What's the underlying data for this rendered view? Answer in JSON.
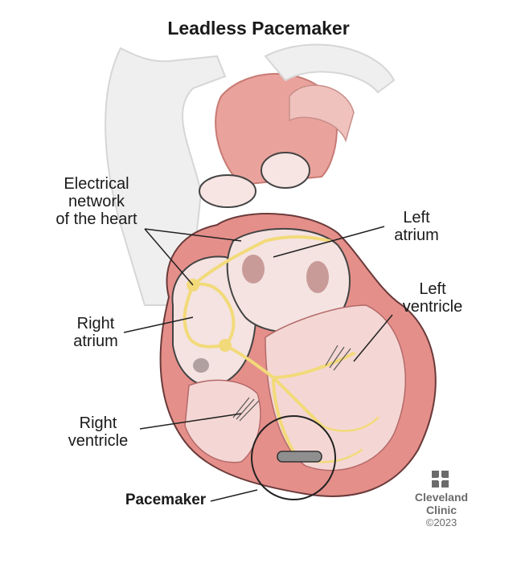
{
  "title": "Leadless Pacemaker",
  "labels": {
    "electrical": [
      "Electrical",
      "network",
      "of the heart"
    ],
    "left_atrium": [
      "Left",
      "atrium"
    ],
    "left_ventricle": [
      "Left",
      "ventricle"
    ],
    "right_atrium": [
      "Right",
      "atrium"
    ],
    "right_ventricle": [
      "Right",
      "ventricle"
    ],
    "pacemaker": "Pacemaker"
  },
  "logo": {
    "line1": "Cleveland",
    "line2": "Clinic",
    "copyright": "©2023"
  },
  "colors": {
    "muscle": "#e58f8a",
    "muscle_dark": "#c8646a",
    "vessel": "#efefef",
    "interior": "#f4e3e1",
    "conduction": "#f2da7a",
    "outline": "#2a2a2a",
    "logo_gray": "#6b6b6b"
  }
}
